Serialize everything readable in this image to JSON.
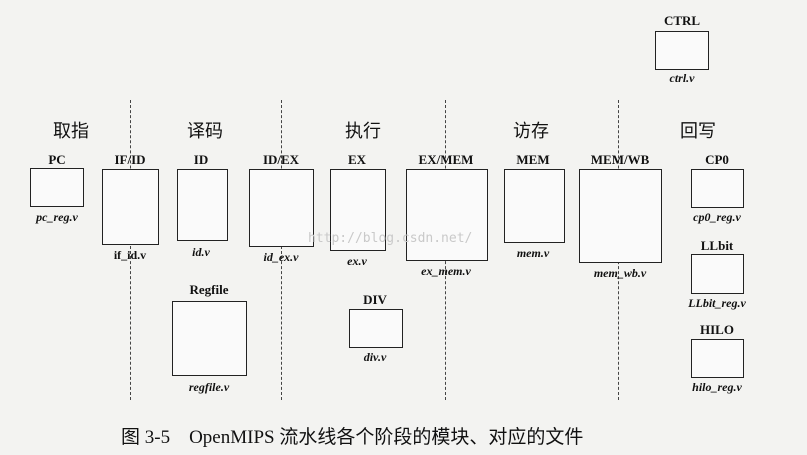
{
  "stages": [
    "取指",
    "译码",
    "执行",
    "访存",
    "回写"
  ],
  "ctrl": {
    "name": "CTRL",
    "file": "ctrl.v"
  },
  "pc": {
    "name": "PC",
    "file": "pc_reg.v"
  },
  "if_id": {
    "name": "IF/ID",
    "file": "if_id.v"
  },
  "id": {
    "name": "ID",
    "file": "id.v"
  },
  "id_ex": {
    "name": "ID/EX",
    "file": "id_ex.v"
  },
  "ex": {
    "name": "EX",
    "file": "ex.v"
  },
  "ex_mem": {
    "name": "EX/MEM",
    "file": "ex_mem.v"
  },
  "mem": {
    "name": "MEM",
    "file": "mem.v"
  },
  "mem_wb": {
    "name": "MEM/WB",
    "file": "mem_wb.v"
  },
  "cp0": {
    "name": "CP0",
    "file": "cp0_reg.v"
  },
  "llbit": {
    "name": "LLbit",
    "file": "LLbit_reg.v"
  },
  "hilo": {
    "name": "HILO",
    "file": "hilo_reg.v"
  },
  "regfile": {
    "name": "Regfile",
    "file": "regfile.v"
  },
  "div": {
    "name": "DIV",
    "file": "div.v"
  },
  "watermark": "http://blog.csdn.net/",
  "caption": "图 3-5　OpenMIPS 流水线各个阶段的模块、对应的文件"
}
